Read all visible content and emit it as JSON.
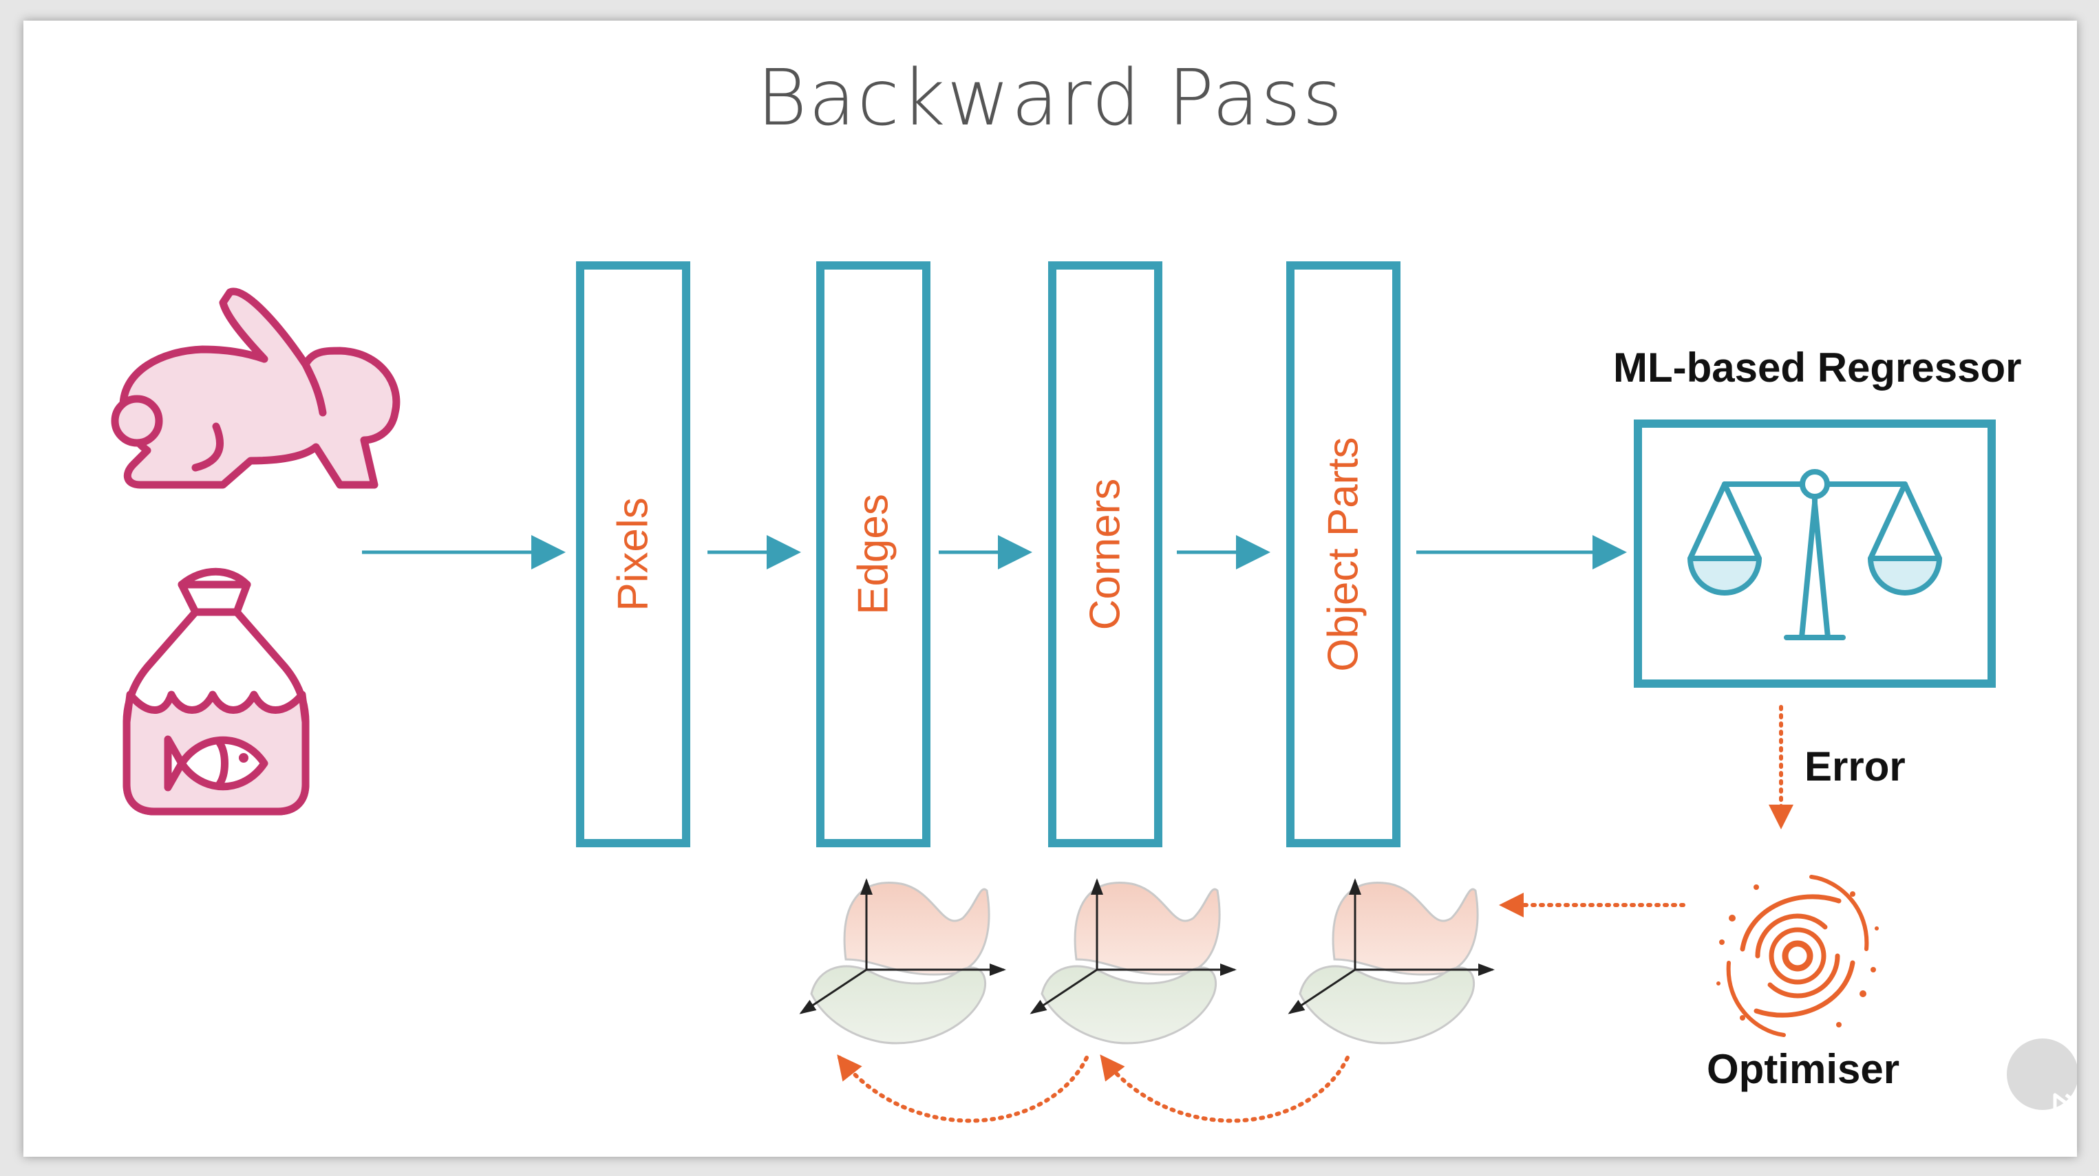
{
  "title": "Backward Pass",
  "layers": [
    {
      "label": "Pixels"
    },
    {
      "label": "Edges"
    },
    {
      "label": "Corners"
    },
    {
      "label": "Object Parts"
    }
  ],
  "regressor": {
    "label": "ML-based Regressor"
  },
  "error_label": "Error",
  "optimiser_label": "Optimiser",
  "icons": [
    "rabbit-icon",
    "fish-jar-icon",
    "scales-icon",
    "spiral-icon",
    "surface-plot-icon",
    "play-icon"
  ],
  "colors": {
    "accent_blue": "#3a9fb6",
    "accent_orange": "#e8632c",
    "icon_pink": "#c2336a",
    "icon_pink_fill": "#f6dbe4"
  }
}
